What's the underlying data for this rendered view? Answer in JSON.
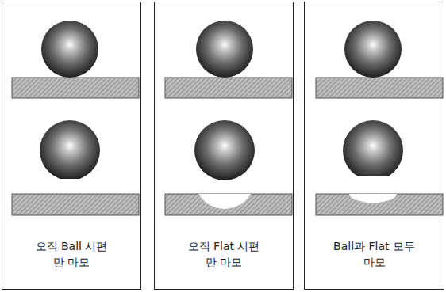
{
  "diagram": {
    "nodes": [
      {
        "text": [
          "오직 Ball 시편만 마모"
        ]
      },
      {
        "text": [
          "오직 Flat 시편만 마모"
        ]
      },
      {
        "text": [
          "Ball과 Flat 모두 마모"
        ]
      }
    ]
  }
}
